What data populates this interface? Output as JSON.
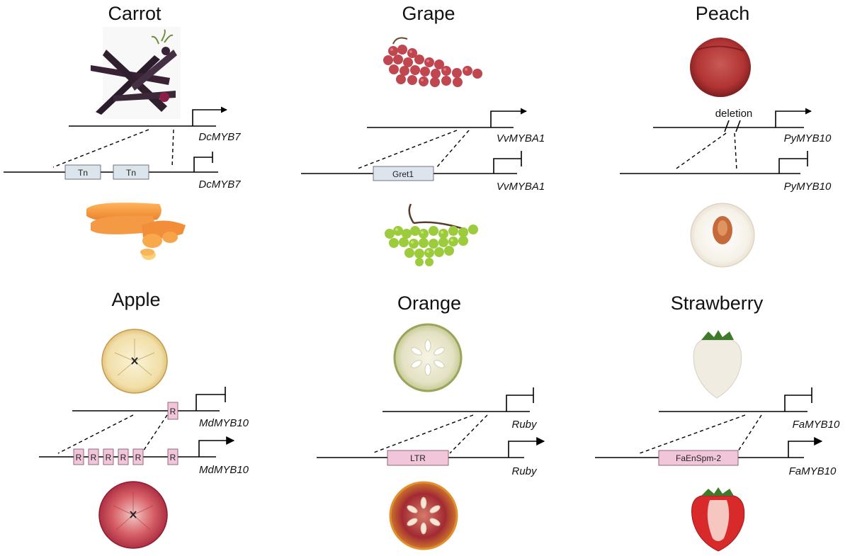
{
  "panels": {
    "carrot": {
      "title": "Carrot",
      "gene_top": "DcMYB7",
      "gene_bottom": "DcMYB7",
      "insert_1": "Tn",
      "insert_2": "Tn",
      "image_top": "purple-carrot-photo",
      "image_bottom": "orange-carrot-photo"
    },
    "grape": {
      "title": "Grape",
      "gene_top": "VvMYBA1",
      "gene_bottom": "VvMYBA1",
      "insert": "Gret1",
      "image_top": "red-grape-photo",
      "image_bottom": "green-grape-photo"
    },
    "peach": {
      "title": "Peach",
      "gene_top": "PyMYB10",
      "gene_bottom": "PyMYB10",
      "note": "deletion",
      "image_top": "red-peach-photo",
      "image_bottom": "white-peach-photo"
    },
    "apple": {
      "title": "Apple",
      "gene_top": "MdMYB10",
      "gene_bottom": "MdMYB10",
      "repeat": "R",
      "image_top": "white-apple-photo",
      "image_bottom": "red-flesh-apple-photo"
    },
    "orange": {
      "title": "Orange",
      "gene_top": "Ruby",
      "gene_bottom": "Ruby",
      "insert": "LTR",
      "image_top": "blond-orange-photo",
      "image_bottom": "blood-orange-photo"
    },
    "strawberry": {
      "title": "Strawberry",
      "gene_top": "FaMYB10",
      "gene_bottom": "FaMYB10",
      "insert": "FaEnSpm-2",
      "image_top": "white-strawberry-photo",
      "image_bottom": "red-strawberry-photo"
    }
  },
  "colors": {
    "transposon_box": "#dde5ec",
    "insert_box_pink": "#f2c6da",
    "line": "#000000"
  }
}
